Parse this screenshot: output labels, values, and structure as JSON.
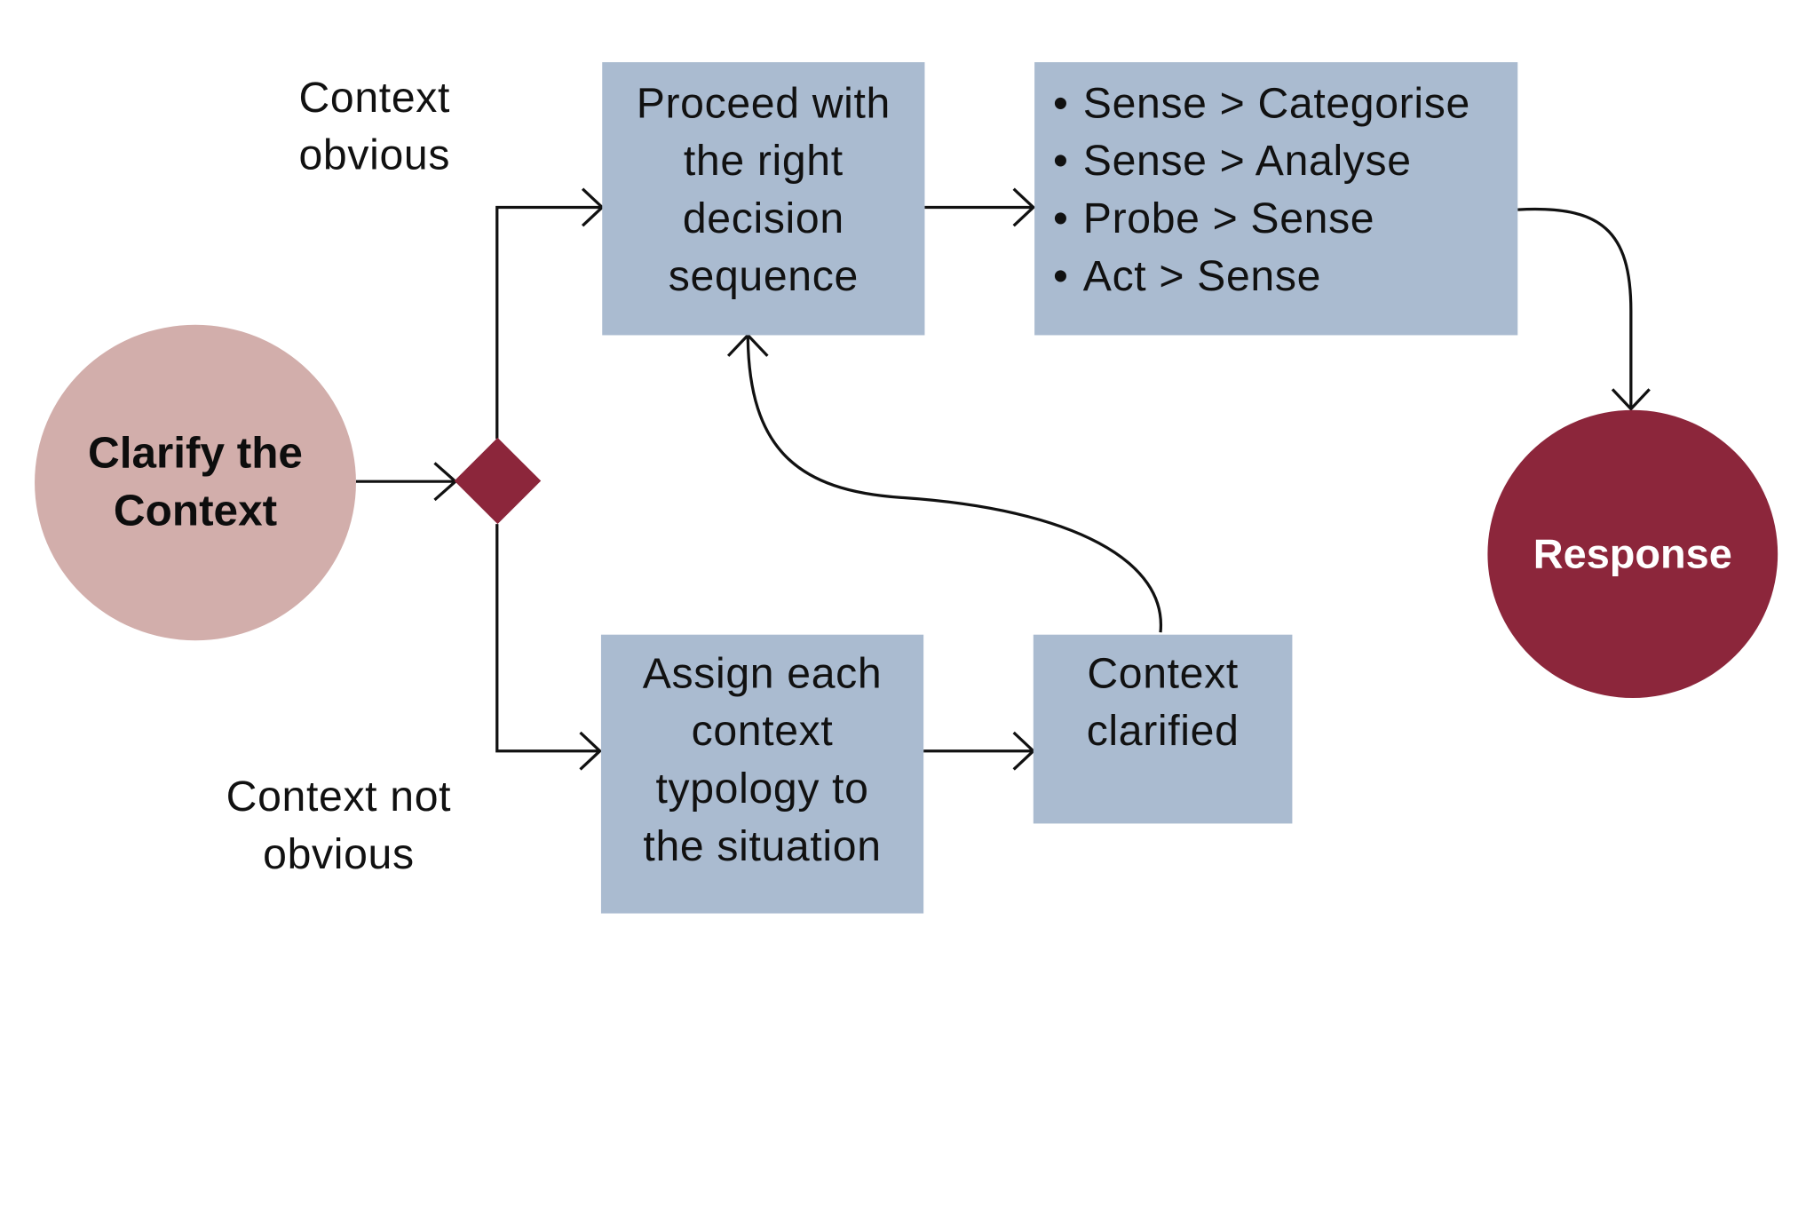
{
  "nodes": {
    "start": {
      "label": "Clarify the\nContext"
    },
    "proceed": {
      "label": "Proceed with\nthe right\ndecision\nsequence"
    },
    "sequences": {
      "items": [
        "Sense > Categorise",
        "Sense > Analyse",
        "Probe > Sense",
        "Act > Sense"
      ]
    },
    "assign": {
      "label": "Assign each\ncontext\ntypology to\nthe situation"
    },
    "clarified": {
      "label": "Context\nclarified"
    },
    "response": {
      "label": "Response"
    }
  },
  "branch_labels": {
    "obvious": "Context\nobvious",
    "not_obvious": "Context not\nobvious"
  },
  "colors": {
    "box_fill": "#aabbd0",
    "start_fill": "#d2aeab",
    "accent": "#8c263b",
    "arrow": "#111111"
  }
}
